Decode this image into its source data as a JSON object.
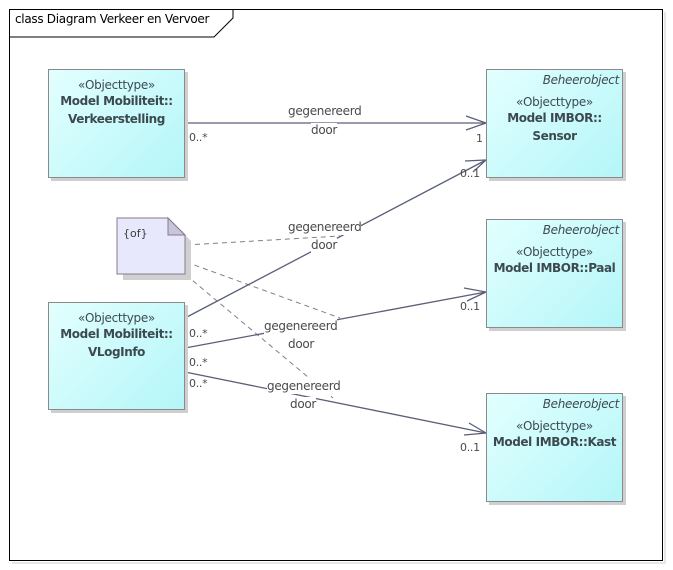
{
  "diagram": {
    "title": "class Diagram Verkeer en Vervoer",
    "colors": {
      "class_fill_start": "#e3ffff",
      "class_fill_end": "#b4f6f8",
      "note_fill": "#e8e8fc",
      "line": "#5a5f78",
      "dash": "#8a7a86"
    }
  },
  "classes": [
    {
      "id": "verkeerstelling",
      "tag": "",
      "stereotype": "«Objecttype»",
      "name_line1": "Model Mobiliteit::",
      "name_line2": "Verkeerstelling"
    },
    {
      "id": "vloginfo",
      "tag": "",
      "stereotype": "«Objecttype»",
      "name_line1": "Model Mobiliteit::",
      "name_line2": "VLogInfo"
    },
    {
      "id": "sensor",
      "tag": "Beheerobject",
      "stereotype": "«Objecttype»",
      "name_line1": "Model IMBOR::",
      "name_line2": "Sensor"
    },
    {
      "id": "paal",
      "tag": "Beheerobject",
      "stereotype": "«Objecttype»",
      "name_line1": "Model IMBOR::Paal",
      "name_line2": ""
    },
    {
      "id": "kast",
      "tag": "Beheerobject",
      "stereotype": "«Objecttype»",
      "name_line1": "Model IMBOR::Kast",
      "name_line2": ""
    }
  ],
  "note": {
    "text": "{of}"
  },
  "associations": [
    {
      "from": "Verkeerstelling",
      "to": "Sensor",
      "label_line1": "gegenereerd",
      "label_line2": "door",
      "source_mult": "0..*",
      "target_mult": "1"
    },
    {
      "from": "VLogInfo",
      "to": "Sensor",
      "label_line1": "gegenereerd",
      "label_line2": "door",
      "source_mult": "0..*",
      "target_mult": "0..1"
    },
    {
      "from": "VLogInfo",
      "to": "Paal",
      "label_line1": "gegenereerd",
      "label_line2": "door",
      "source_mult": "0..*",
      "target_mult": "0..1"
    },
    {
      "from": "VLogInfo",
      "to": "Kast",
      "label_line1": "gegenereerd",
      "label_line2": "door",
      "source_mult": "0..*",
      "target_mult": "0..1"
    }
  ]
}
